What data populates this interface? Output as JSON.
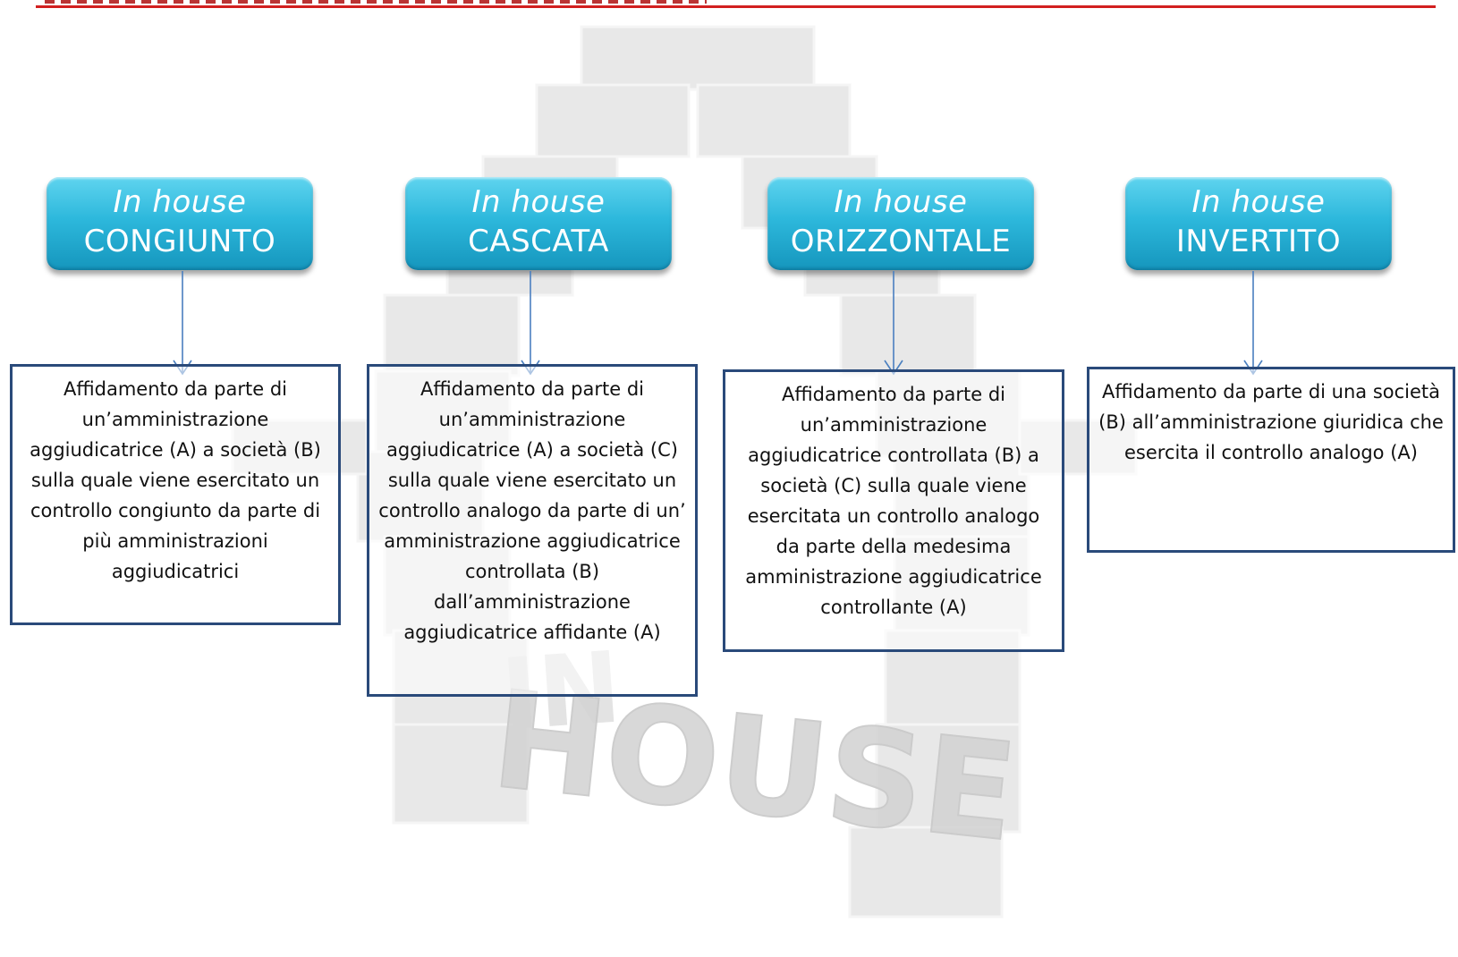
{
  "columns": [
    {
      "header_italic": "In house",
      "header_type": "CONGIUNTO",
      "description": "Affidamento da parte di un’amministrazione aggiudicatrice (A) a società (B) sulla quale viene esercitato un controllo congiunto da parte di più amministrazioni aggiudicatrici"
    },
    {
      "header_italic": "In house",
      "header_type": "CASCATA",
      "description": "Affidamento da parte di un’amministrazione aggiudicatrice (A) a società (C) sulla quale  viene esercitato un controllo analogo da parte di un’ amministrazione aggiudicatrice  controllata (B) dall’amministrazione aggiudicatrice affidante (A)"
    },
    {
      "header_italic": "In house",
      "header_type": "ORIZZONTALE",
      "description": "Affidamento da parte di un’amministrazione aggiudicatrice controllata (B) a società (C) sulla quale viene esercitata un controllo analogo da parte della medesima amministrazione aggiudicatrice controllante (A)"
    },
    {
      "header_italic": "In house",
      "header_type": "INVERTITO",
      "description": "Affidamento da parte di una società (B) all’amministrazione giuridica che esercita il controllo analogo (A)"
    }
  ],
  "colors": {
    "pill": "#2db8dc",
    "arrow": "#4a7fc0",
    "box_border": "#2a4a7a",
    "top_rule": "#d21f1f"
  },
  "watermark": {
    "icon": "house-blocks-watermark",
    "text": "HOUSE"
  }
}
